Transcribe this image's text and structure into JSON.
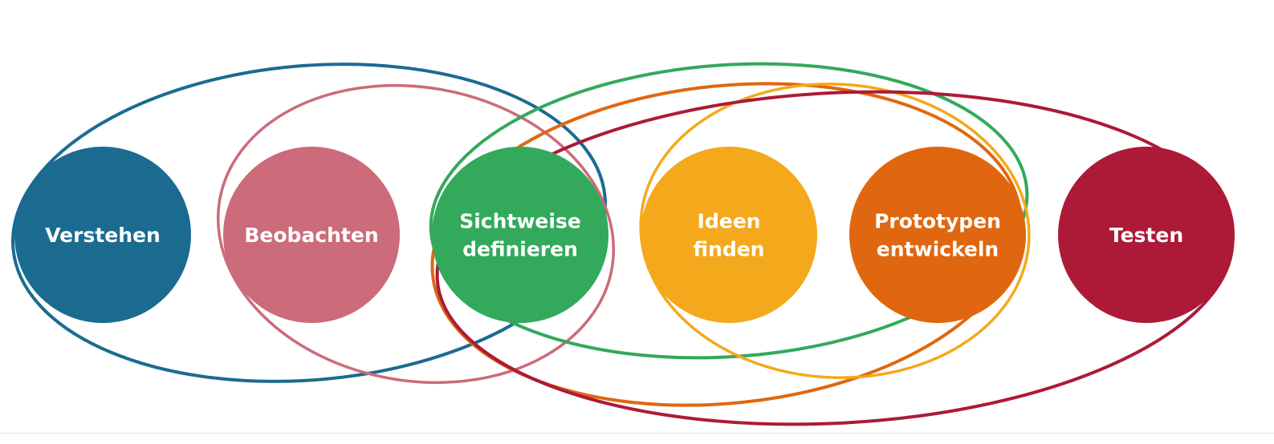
{
  "diagram": {
    "stages": [
      {
        "id": "verstehen",
        "lines": [
          "Verstehen"
        ],
        "color": "#1b6b90"
      },
      {
        "id": "beobachten",
        "lines": [
          "Beobachten"
        ],
        "color": "#cc6b79"
      },
      {
        "id": "sichtweise-definieren",
        "lines": [
          "Sichtweise",
          "definieren"
        ],
        "color": "#33a95c"
      },
      {
        "id": "ideen-finden",
        "lines": [
          "Ideen",
          "finden"
        ],
        "color": "#f4a81b"
      },
      {
        "id": "prototypen-entwickeln",
        "lines": [
          "Prototypen",
          "entwickeln"
        ],
        "color": "#e0670f"
      },
      {
        "id": "testen",
        "lines": [
          "Testen"
        ],
        "color": "#ac1a37"
      }
    ],
    "loops": [
      {
        "id": "loop-verstehen-sichtweise",
        "color": "#1b6b90"
      },
      {
        "id": "loop-beobachten-sichtweise",
        "color": "#cc6b79"
      },
      {
        "id": "loop-sichtweise-ideen",
        "color": "#33a95c"
      },
      {
        "id": "loop-sichtweise-prototypen",
        "color": "#e0670f"
      },
      {
        "id": "loop-ideen-prototypen",
        "color": "#f4a81b"
      },
      {
        "id": "loop-sichtweise-testen",
        "color": "#ac1a37"
      }
    ]
  }
}
